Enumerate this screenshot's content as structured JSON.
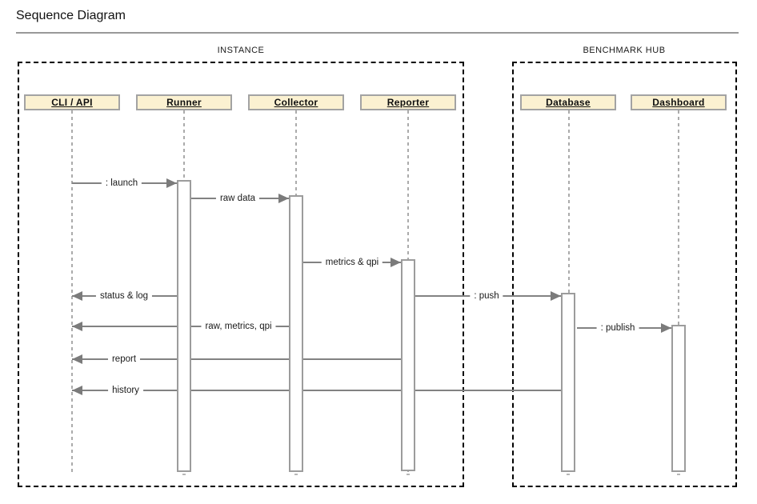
{
  "title": "Sequence Diagram",
  "frames": {
    "instance": {
      "label": "INSTANCE"
    },
    "benchmark_hub": {
      "label": "BENCHMARK HUB"
    }
  },
  "actors": {
    "cli_api": {
      "label": "CLI / API"
    },
    "runner": {
      "label": "Runner"
    },
    "collector": {
      "label": "Collector"
    },
    "reporter": {
      "label": "Reporter"
    },
    "database": {
      "label": "Database"
    },
    "dashboard": {
      "label": "Dashboard"
    }
  },
  "messages": {
    "launch": {
      "label": ": launch",
      "from": "CLI / API",
      "to": "Runner"
    },
    "raw_data": {
      "label": "raw data",
      "from": "Runner",
      "to": "Collector"
    },
    "metrics_qpi": {
      "label": "metrics & qpi",
      "from": "Collector",
      "to": "Reporter"
    },
    "status_log": {
      "label": "status & log",
      "from": "Runner",
      "to": "CLI / API"
    },
    "push": {
      "label": ": push",
      "from": "Reporter",
      "to": "Database"
    },
    "raw_metrics_qpi": {
      "label": "raw, metrics, qpi",
      "from": "Collector",
      "to": "CLI / API"
    },
    "publish": {
      "label": ": publish",
      "from": "Database",
      "to": "Dashboard"
    },
    "report": {
      "label": "report",
      "from": "Reporter",
      "to": "CLI / API"
    },
    "history": {
      "label": "history",
      "from": "Database",
      "to": "CLI / API"
    }
  },
  "colors": {
    "actor_fill": "#FBF1D1",
    "actor_border": "#A3A3A3",
    "message_line": "#828282",
    "arrowhead": "#7B7B7B",
    "lifeline": "#ABABAB",
    "activation_border": "#9C9C9C",
    "frame_border": "#000000",
    "title_rule": "#999999"
  }
}
